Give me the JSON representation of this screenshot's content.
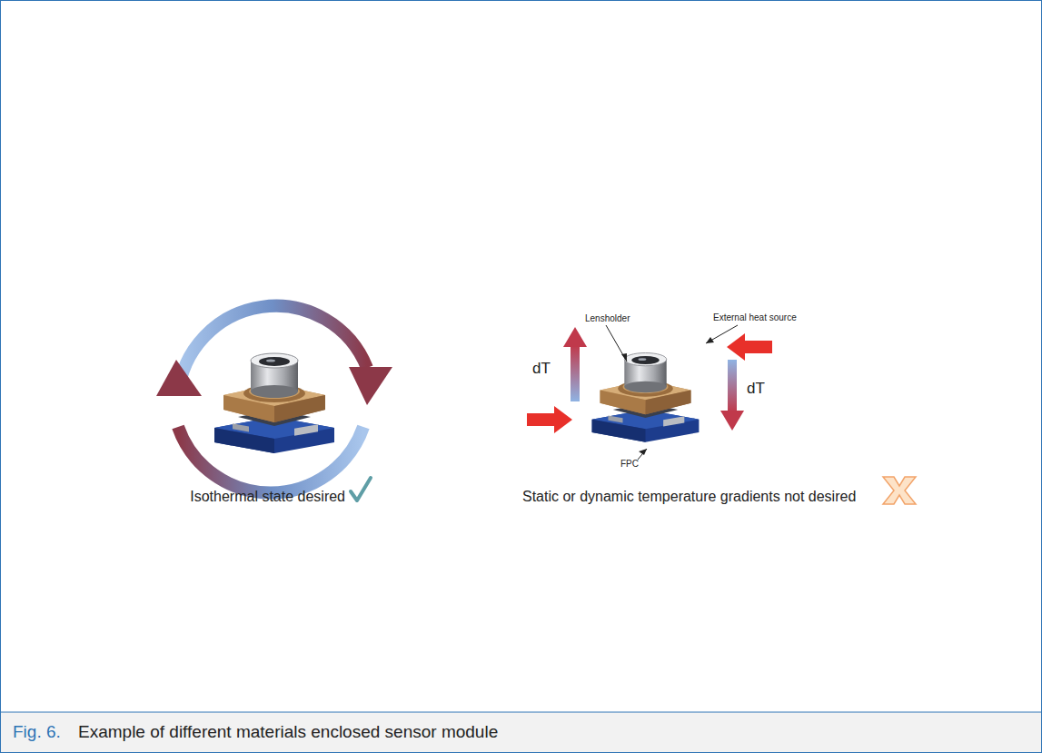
{
  "diagram": {
    "caption": "Example of different materials enclosed sensor module",
    "labels": [
      "Isothermal state desired",
      "Lensholder",
      "External heat source",
      "dT",
      "dT",
      "FPC",
      "Static or dynamic temperature gradients not desired",
      "Fig. 6."
    ]
  }
}
